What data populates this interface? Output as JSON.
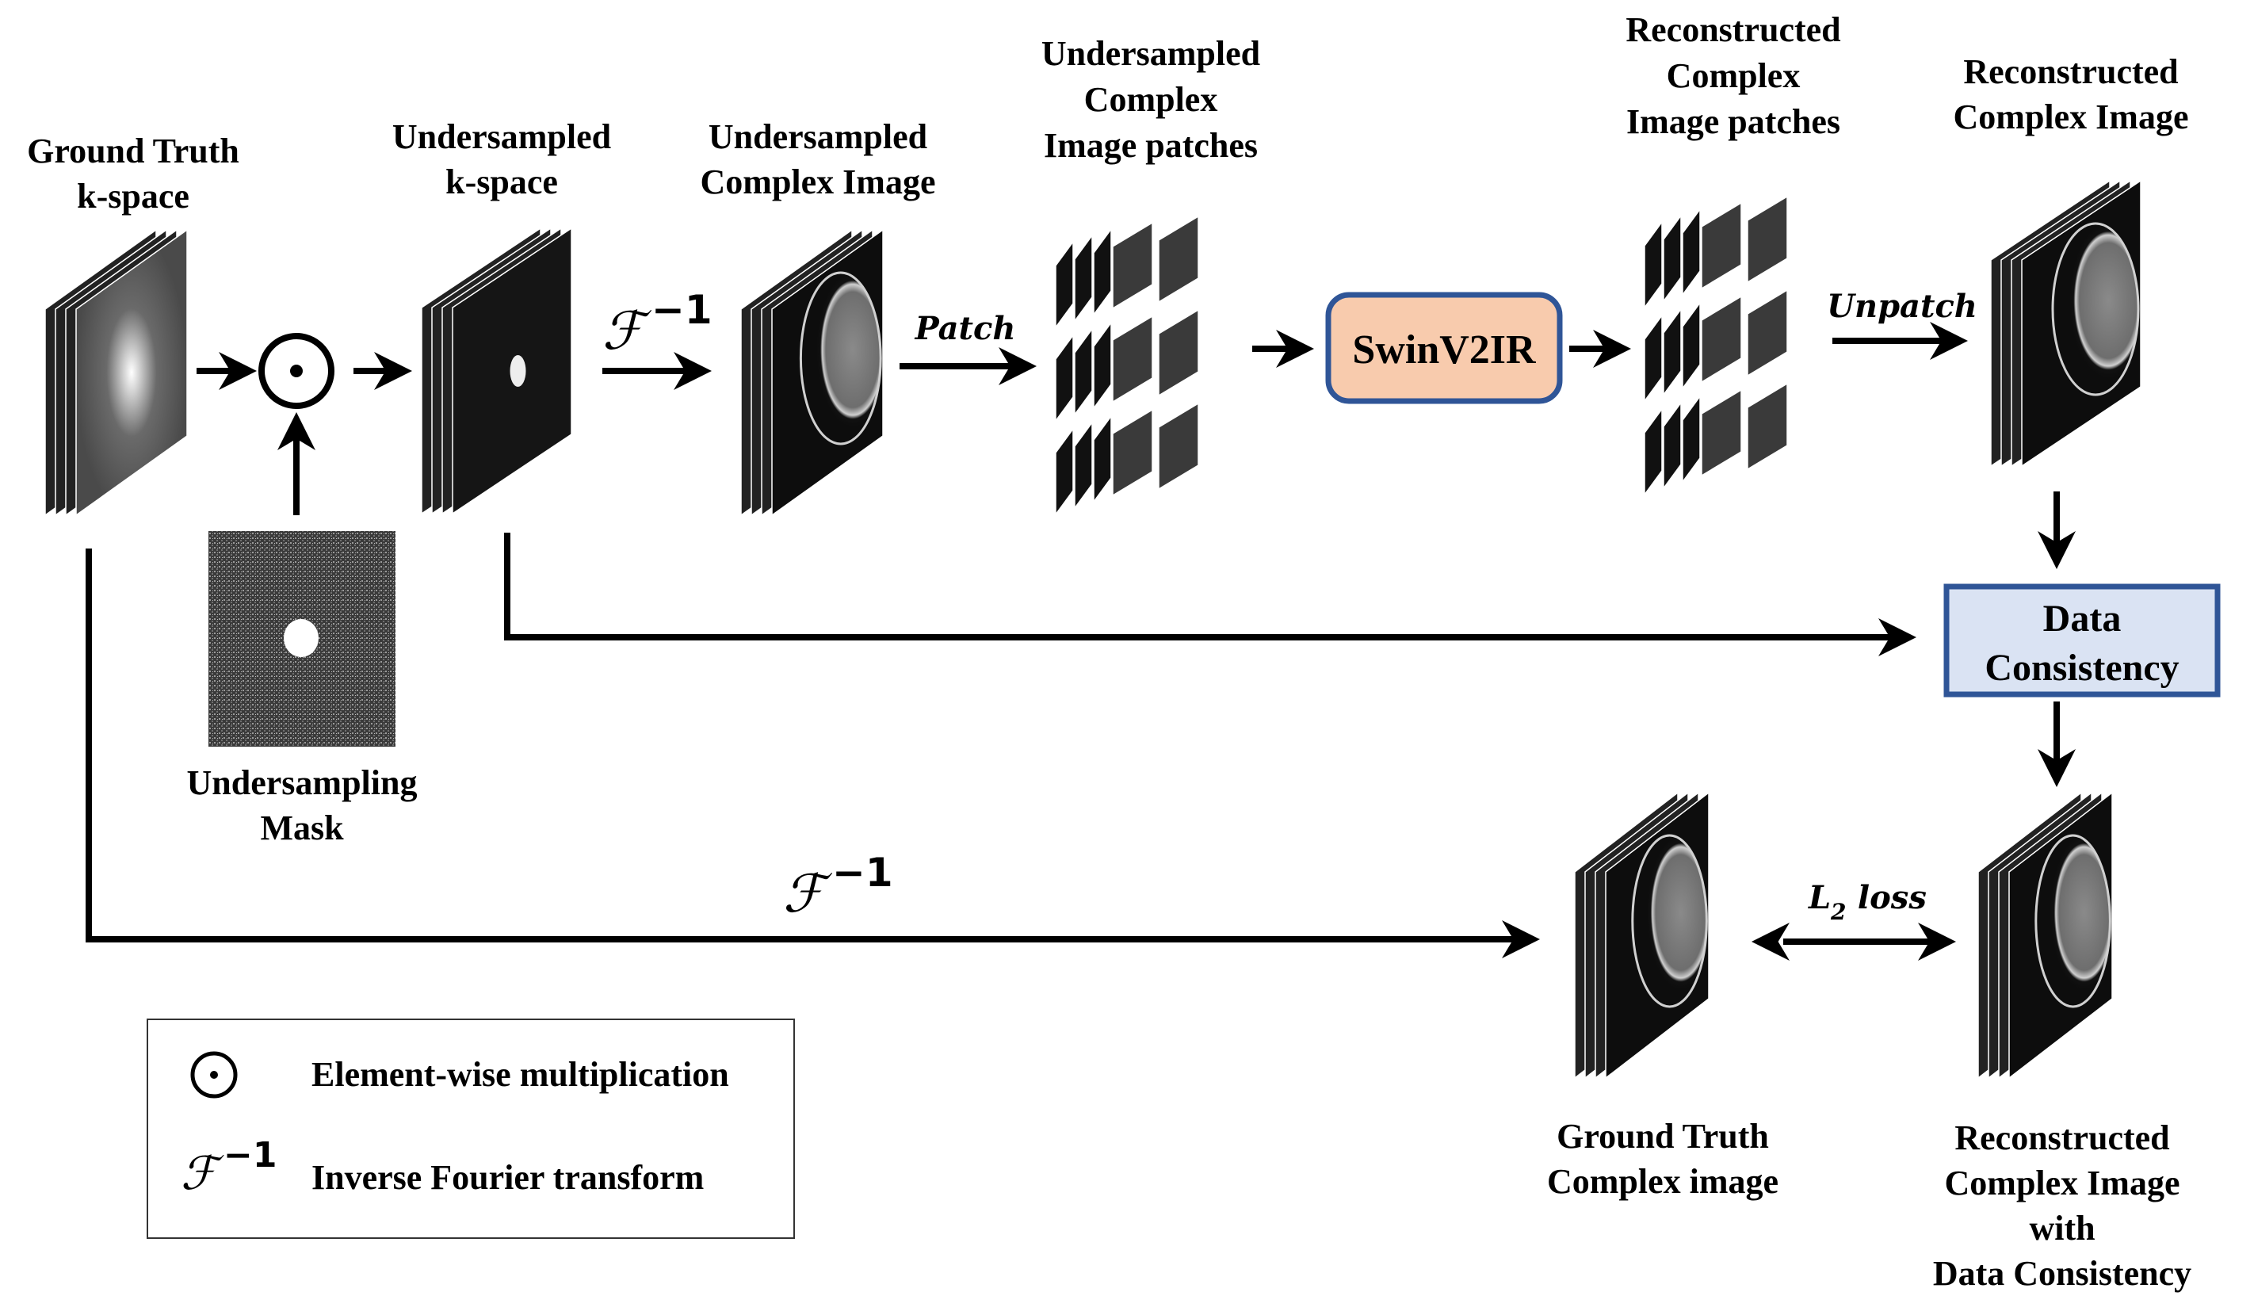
{
  "nodes": {
    "gt_kspace": {
      "label_lines": [
        "Ground Truth",
        "k-space"
      ]
    },
    "us_kspace": {
      "label_lines": [
        "Undersampled",
        "k-space"
      ]
    },
    "us_image": {
      "label_lines": [
        "Undersampled",
        "Complex Image"
      ]
    },
    "us_patches": {
      "label_lines": [
        "Undersampled",
        "Complex",
        "Image patches"
      ]
    },
    "rec_patches": {
      "label_lines": [
        "Reconstructed",
        "Complex",
        "Image patches"
      ]
    },
    "rec_image": {
      "label_lines": [
        "Reconstructed",
        "Complex Image"
      ]
    },
    "mask": {
      "label_lines": [
        "Undersampling",
        "Mask"
      ]
    },
    "gt_image": {
      "label_lines": [
        "Ground Truth",
        "Complex image"
      ]
    },
    "rec_dc_image": {
      "label_lines": [
        "Reconstructed",
        "Complex Image",
        "with",
        "Data Consistency"
      ]
    }
  },
  "blocks": {
    "model": {
      "label": "SwinV2IR",
      "fill": "#f8cbad",
      "border": "#2f5597"
    },
    "data_consistency": {
      "label_lines": [
        "Data",
        "Consistency"
      ],
      "fill": "#dae3f3",
      "border": "#2f5597"
    }
  },
  "edge_labels": {
    "ifft_top": {
      "symbol": "ℱ",
      "sup": "−1"
    },
    "patch": "Patch",
    "unpatch": "Unpatch",
    "ifft_bottom": {
      "symbol": "ℱ",
      "sup": "−1"
    },
    "loss": {
      "main": "L",
      "sub": "2",
      "rest": " loss"
    }
  },
  "operators": {
    "multiply": "⊙"
  },
  "legend": {
    "items": [
      {
        "symbol": "⊙",
        "text": "Element-wise multiplication"
      },
      {
        "symbol": "ℱ",
        "sup": "−1",
        "text": "Inverse Fourier transform"
      }
    ]
  }
}
